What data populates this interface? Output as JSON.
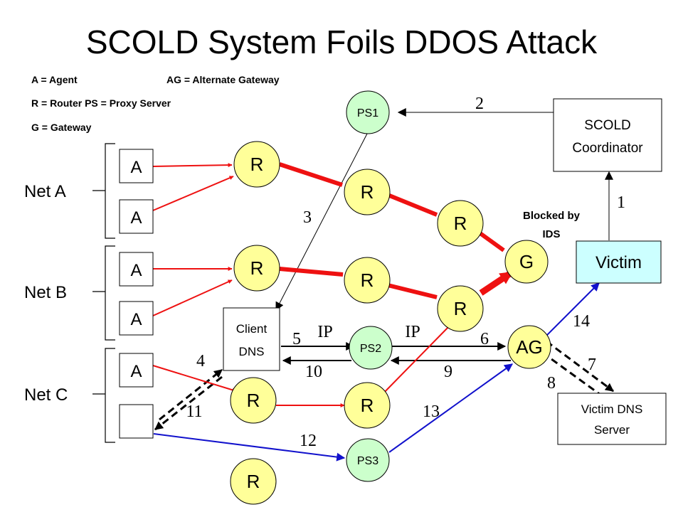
{
  "title": "SCOLD System Foils DDOS Attack",
  "legend": {
    "agent": "A = Agent",
    "alternate_gateway": "AG = Alternate Gateway",
    "router_proxy": "R = Router PS = Proxy Server",
    "gateway": "G = Gateway"
  },
  "nets": {
    "a": "Net A",
    "b": "Net B",
    "c": "Net C"
  },
  "agent_label": "A",
  "router_label": "R",
  "nodes": {
    "ps1": "PS1",
    "ps2": "PS2",
    "ps3": "PS3",
    "gateway": "G",
    "alt_gateway": "AG",
    "victim": "Victim",
    "scold_line1": "SCOLD",
    "scold_line2": "Coordinator",
    "client_dns_line1": "Client",
    "client_dns_line2": "DNS",
    "victim_dns_line1": "Victim DNS",
    "victim_dns_line2": "Server"
  },
  "blocked_line1": "Blocked by",
  "blocked_line2": "IDS",
  "ip_label": "IP",
  "steps": {
    "s1": "1",
    "s2": "2",
    "s3": "3",
    "s4": "4",
    "s5": "5",
    "s6": "6",
    "s7": "7",
    "s8": "8",
    "s9": "9",
    "s10": "10",
    "s11": "11",
    "s12": "12",
    "s13": "13",
    "s14": "14"
  },
  "colors": {
    "router_fill": "#FFFF99",
    "proxy_fill": "#CCFFCC",
    "victim_fill": "#CCFFFF",
    "attack": "#EE1111",
    "recovery": "#1111CC"
  }
}
